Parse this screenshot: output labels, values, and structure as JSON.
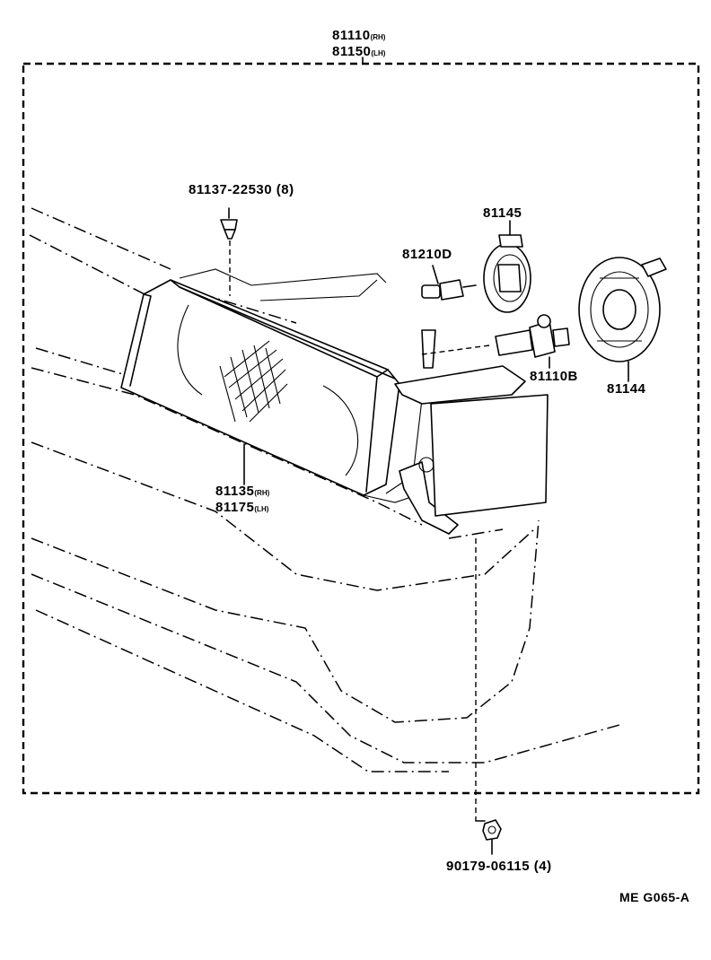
{
  "diagram": {
    "assembly": {
      "part_rh": "81110",
      "suffix_rh": "(RH)",
      "part_lh": "81150",
      "suffix_lh": "(LH)"
    },
    "parts": {
      "screw": {
        "number": "81137-22530",
        "qty": "(8)"
      },
      "socket_81145": {
        "number": "81145"
      },
      "bulb_81210d": {
        "number": "81210D"
      },
      "bulb_81110b": {
        "number": "81110B"
      },
      "cover_81144": {
        "number": "81144"
      },
      "lens": {
        "part_rh": "81135",
        "suffix_rh": "(RH)",
        "part_lh": "81175",
        "suffix_lh": "(LH)"
      },
      "nut": {
        "number": "90179-06115",
        "qty": "(4)"
      }
    },
    "catalog_code": "ME G065-A"
  }
}
